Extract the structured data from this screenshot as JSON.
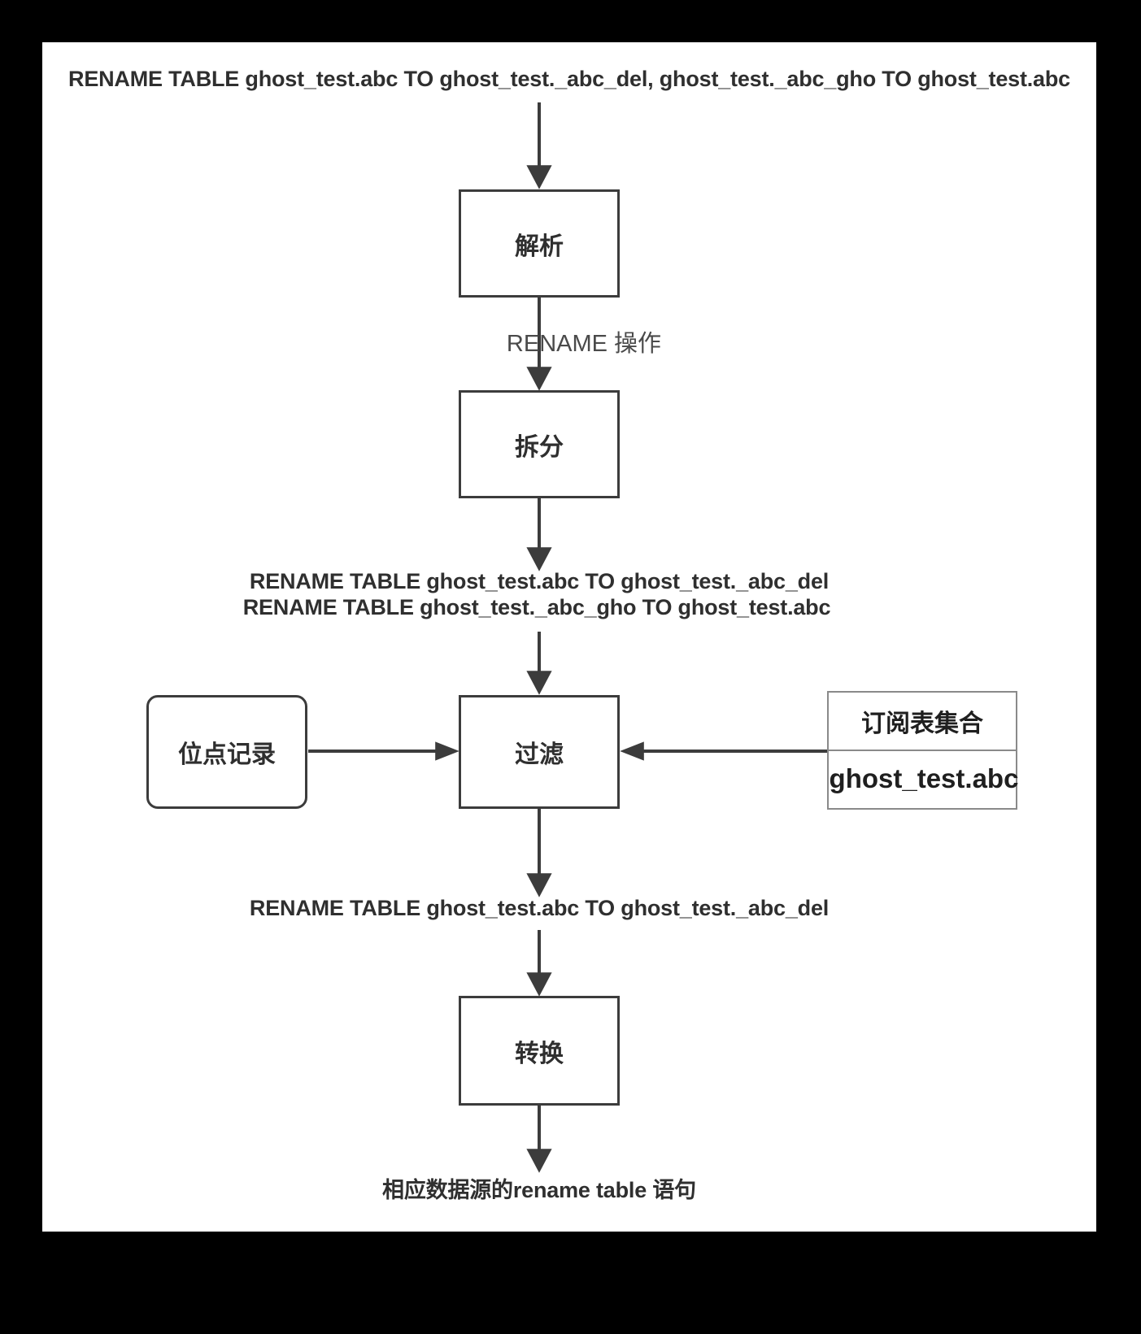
{
  "diagram": {
    "title_statement": "RENAME TABLE ghost_test.abc TO ghost_test._abc_del, ghost_test._abc_gho TO ghost_test.abc",
    "nodes": {
      "parse": "解析",
      "split": "拆分",
      "filter": "过滤",
      "position_record": "位点记录",
      "convert": "转换"
    },
    "edge_labels": {
      "rename_operation": "RENAME 操作"
    },
    "statements": {
      "split_line1": "RENAME TABLE ghost_test.abc TO ghost_test._abc_del",
      "split_line2": "RENAME TABLE ghost_test._abc_gho TO ghost_test.abc",
      "filtered": "RENAME TABLE ghost_test.abc TO ghost_test._abc_del",
      "output": "相应数据源的rename table 语句"
    },
    "subscription_table": {
      "header": "订阅表集合",
      "rows": [
        "ghost_test.abc"
      ]
    },
    "colors": {
      "frame": "#000000",
      "canvas": "#ffffff",
      "node_border": "#3c3c3c",
      "table_border": "#8a8a8a",
      "text": "#2f2f2f",
      "edge_label_text": "#4a4a4a",
      "arrow": "#3c3c3c"
    }
  }
}
